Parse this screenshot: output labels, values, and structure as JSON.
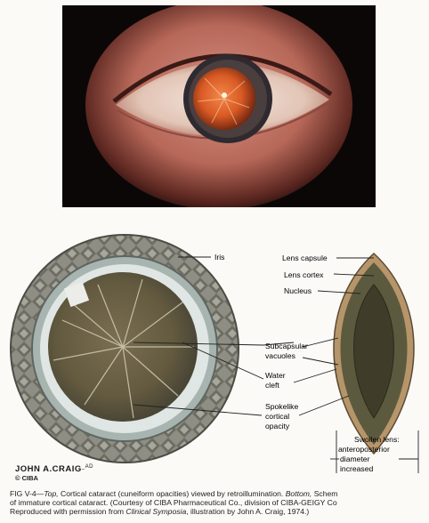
{
  "diagram": {
    "labels": {
      "iris": "Iris",
      "lens_capsule": "Lens capsule",
      "lens_cortex": "Lens cortex",
      "nucleus": "Nucleus",
      "subcapsular_1": "Subcapsular",
      "subcapsular_2": "vacuoles",
      "water_1": "Water",
      "water_2": "cleft",
      "spoke_1": "Spokelike",
      "spoke_2": "cortical",
      "spoke_3": "opacity",
      "swollen_1": "Swollen lens:",
      "swollen_2": "anteroposterior",
      "swollen_3": "diameter",
      "swollen_4": "increased"
    }
  },
  "signature": {
    "artist": "JOHN A.CRAIG",
    "suffix": "_AD",
    "copyright": "© CIBA"
  },
  "caption": {
    "fig_prefix": "FIG V-4—",
    "top_word": "Top,",
    "line1_rest": " Cortical cataract (cuneiform opacities) viewed by retroillumination. ",
    "bottom_word": "Bottom,",
    "line1_end": " Schem",
    "line2": "of immature cortical cataract. (Courtesy of CIBA Pharmaceutical Co., division of CIBA-GEIGY Co",
    "line3_start": "Reproduced with permission from ",
    "journal": "Clinical Symposia",
    "line3_end": ", illustration by John A. Craig, 1974.)"
  },
  "colors": {
    "photo_bg": "#0c0707",
    "pupil_reflex": "#e0642a",
    "sclera": "#e9d3c6",
    "cortex": "#5b5a3e",
    "nucleus": "#3f3c29",
    "capsule": "#b7956a"
  }
}
